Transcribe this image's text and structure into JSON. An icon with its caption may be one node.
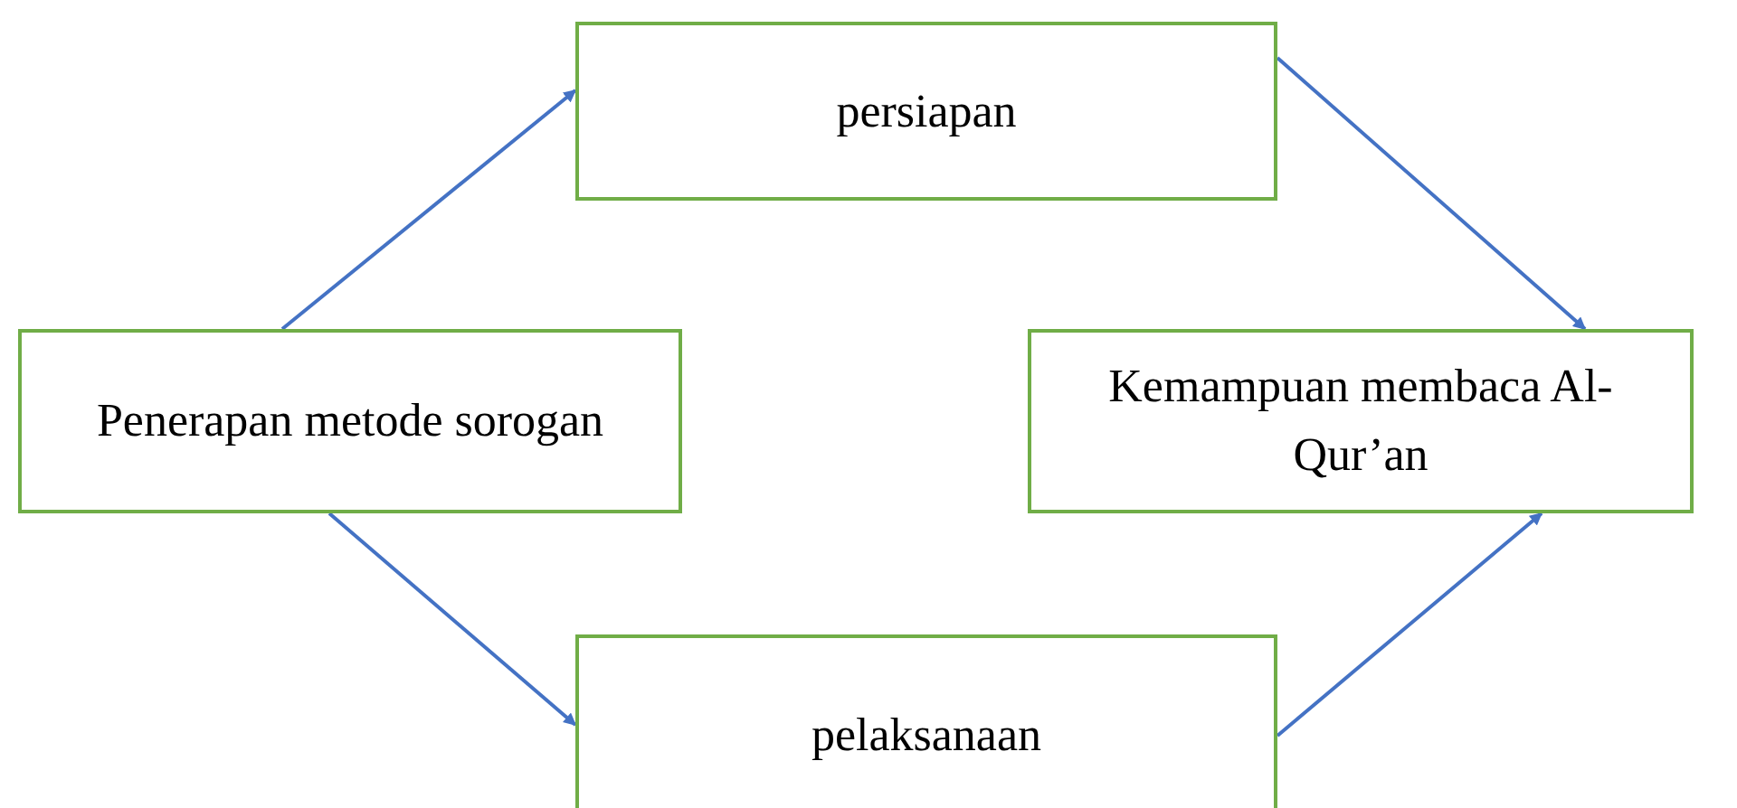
{
  "diagram": {
    "nodes": [
      {
        "text": [
          "persiapan"
        ]
      },
      {
        "text": [
          "Penerapan metode sorogan"
        ]
      },
      {
        "text": [
          "Kemampuan membaca Al-Qur’an"
        ]
      },
      {
        "text": [
          "pelaksanaan"
        ]
      }
    ],
    "edges": [
      {
        "from": 1,
        "to": 0,
        "arrow": "to"
      },
      {
        "from": 0,
        "to": 2,
        "arrow": "to"
      },
      {
        "from": 1,
        "to": 3,
        "arrow": "to"
      },
      {
        "from": 3,
        "to": 2,
        "arrow": "to"
      }
    ]
  }
}
